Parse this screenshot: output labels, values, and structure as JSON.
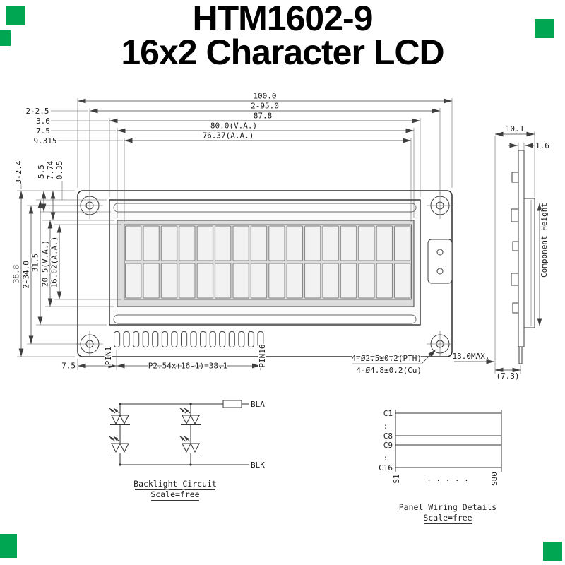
{
  "colors": {
    "mark_green": "#00a651",
    "line": "#3f3f3f",
    "text": "#1d1d1d"
  },
  "title": {
    "line1": "HTM1602-9",
    "line2": "16x2 Character LCD"
  },
  "front_view": {
    "dim_width_overall": "100.0",
    "dim_hole_spacing_h": "2-95.0",
    "dim_bezel_width": "87.8",
    "dim_va_width": "80.0(V.A.)",
    "dim_aa_width": "76.37(A.A.)",
    "dim_hole_dia": "2-2.5",
    "dim_left_1": "3.6",
    "dim_left_2": "7.5",
    "dim_left_3": "9.315",
    "dim_corner": "3-2.4",
    "dim_top_a": "5.5",
    "dim_top_b": "7.74",
    "dim_top_c": "0.35",
    "dim_height_overall": "38.8",
    "dim_hole_spacing_v": "2-34.0",
    "dim_bezel_height": "31.5",
    "dim_va_height": "20.5(V.A.)",
    "dim_aa_height": "16.02(A.A.)",
    "pin_first": "PIN1",
    "pin_last": "PIN16",
    "dim_pin_offset": "7.5",
    "dim_pin_pitch": "P2.54x(16-1)=38.1",
    "note_pth": "4-Ø2.5±0.2(PTH)",
    "note_cu": "4-Ø4.8±0.2(Cu)"
  },
  "side_view": {
    "dim_depth": "10.1",
    "dim_pcb_thickness": "1.6",
    "component_height_label": "Component Height",
    "dim_max_height": "13.0MAX.",
    "dim_pin_length": "(7.3)"
  },
  "backlight_circuit": {
    "anode_label": "BLA",
    "cathode_label": "BLK",
    "caption": "Backlight Circuit",
    "scale": "Scale=free"
  },
  "panel_wiring": {
    "row_labels": [
      "C1",
      "C8",
      "C9",
      "C16"
    ],
    "colon": ":",
    "s_first": "S1",
    "s_last": "S80",
    "dots": ". . . . .",
    "caption": "Panel Wiring Details",
    "scale": "Scale=free"
  }
}
